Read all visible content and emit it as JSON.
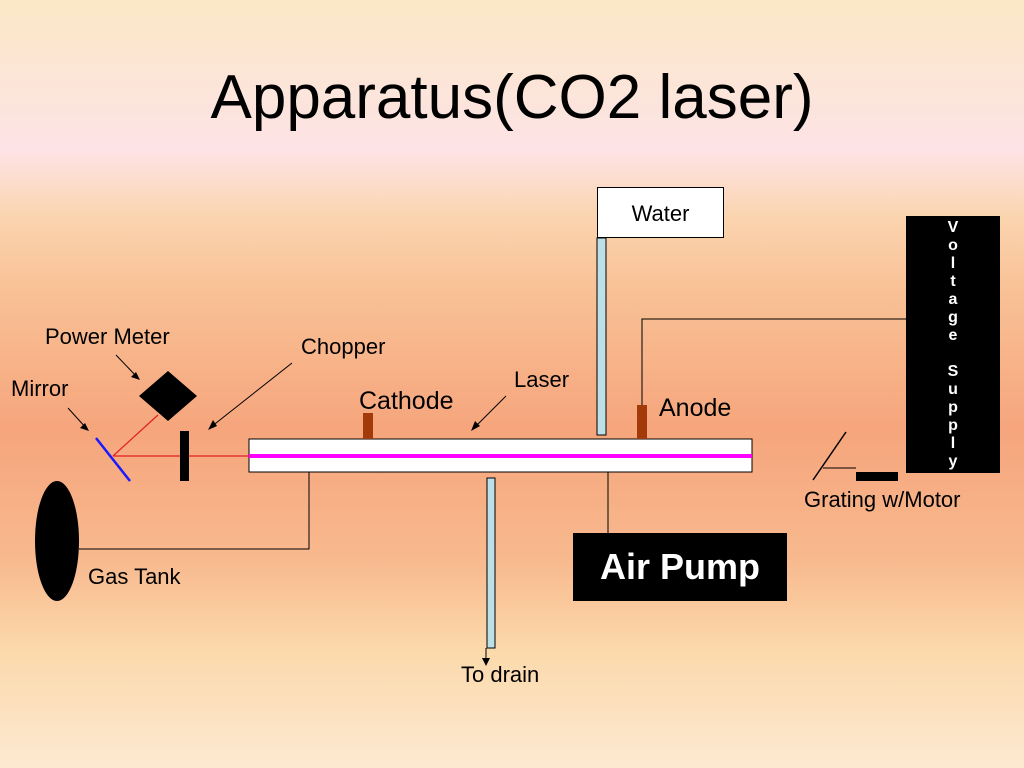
{
  "slide": {
    "title": "Apparatus(CO2 laser)"
  },
  "labels": {
    "power_meter": "Power Meter",
    "chopper": "Chopper",
    "mirror": "Mirror",
    "cathode": "Cathode",
    "laser": "Laser",
    "anode": "Anode",
    "gas_tank": "Gas Tank",
    "grating": "Grating w/Motor",
    "to_drain": "To drain"
  },
  "boxes": {
    "water": "Water",
    "air_pump": "Air Pump",
    "voltage_supply": [
      "V",
      "o",
      "l",
      "t",
      "a",
      "g",
      "e",
      " ",
      "S",
      "u",
      "p",
      "p",
      "l",
      "y"
    ]
  },
  "colors": {
    "laser_beam": "#ff00ff",
    "electrode": "#a33a0a",
    "water_pipe": "#bde0e8",
    "mirror": "#1a1aff",
    "reflected_beam": "#e02020"
  }
}
